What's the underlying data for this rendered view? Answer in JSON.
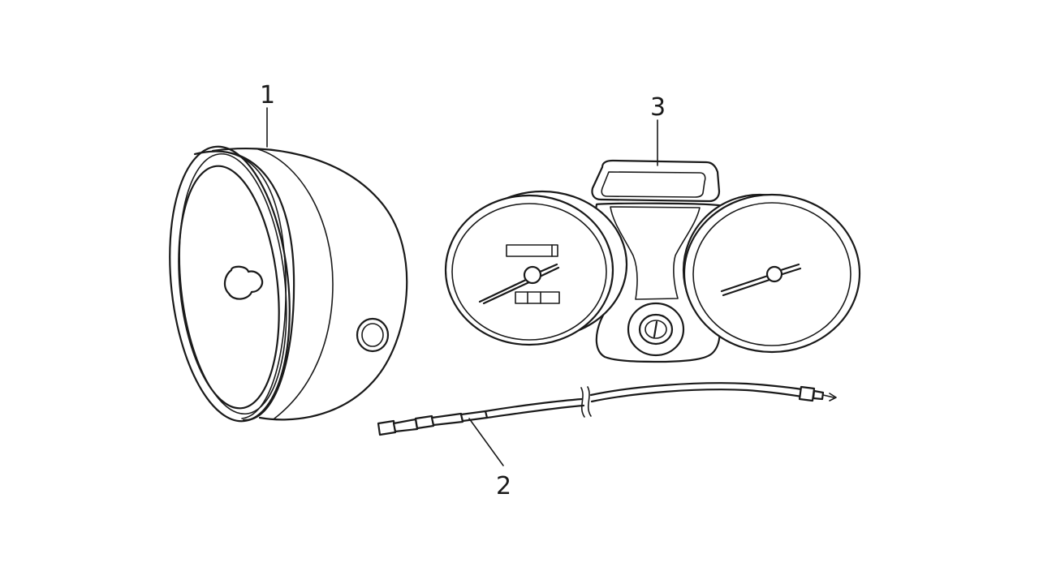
{
  "callouts": {
    "part1": {
      "label": "1"
    },
    "part2": {
      "label": "2"
    },
    "part3": {
      "label": "3"
    }
  },
  "colors": {
    "line": "#1a1a1a",
    "background": "#ffffff"
  }
}
